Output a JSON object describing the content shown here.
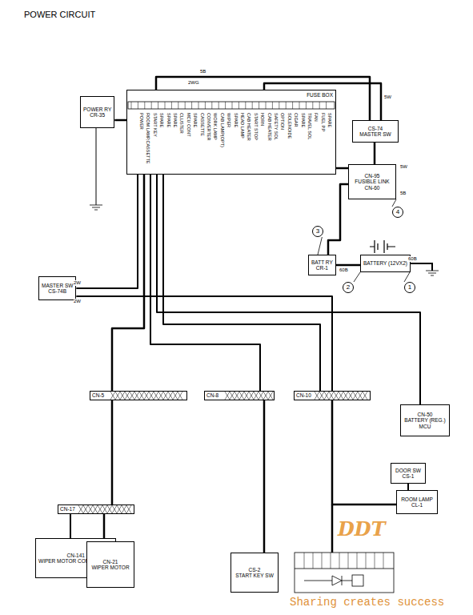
{
  "diagram": {
    "title": "POWER CIRCUIT",
    "nodes": [
      {
        "text": [
          "FUSE BOX"
        ]
      },
      {
        "text": [
          "CS-74",
          "MASTER SW"
        ]
      },
      {
        "text": [
          "POWER RY",
          "CR-35"
        ]
      },
      {
        "text": [
          "CN-95",
          "FUSIBLE LINK",
          "CN-60"
        ]
      },
      {
        "text": [
          "BATT RY",
          "CR-1"
        ]
      },
      {
        "text": [
          "BATTERY (12VX2)"
        ]
      },
      {
        "text": [
          "1"
        ]
      },
      {
        "text": [
          "2"
        ]
      },
      {
        "text": [
          "3"
        ]
      },
      {
        "text": [
          "4"
        ]
      },
      {
        "text": [
          "MASTER SW",
          "CS-74B"
        ]
      },
      {
        "text": [
          "CN-5"
        ]
      },
      {
        "text": [
          "CN-8"
        ]
      },
      {
        "text": [
          "CN-10"
        ]
      },
      {
        "text": [
          "CN-50",
          "BATTERY (REG.)",
          "MCU"
        ]
      },
      {
        "text": [
          "DOOR SW",
          "CS-1"
        ]
      },
      {
        "text": [
          "ROOM LAMP",
          "CL-1"
        ]
      },
      {
        "text": [
          "CN-17"
        ]
      },
      {
        "text": [
          "CN-141",
          "WIPER MOTOR CONTROLLER"
        ]
      },
      {
        "text": [
          "CN-21",
          "WIPER MOTOR"
        ]
      },
      {
        "text": [
          "CS-2",
          "START KEY SW"
        ]
      }
    ],
    "edges": [
      {
        "from": 0,
        "to": 1,
        "arrow": "none"
      },
      {
        "from": 0,
        "to": 1,
        "arrow": "none"
      },
      {
        "from": 1,
        "to": 3,
        "arrow": "none"
      },
      {
        "from": 0,
        "to": 3,
        "arrow": "none"
      },
      {
        "from": 3,
        "to": 4,
        "arrow": "none"
      },
      {
        "from": 4,
        "to": 5,
        "arrow": "none"
      },
      {
        "from": 2,
        "to": 0,
        "arrow": "none"
      },
      {
        "from": 0,
        "to": 10,
        "arrow": "none"
      },
      {
        "from": 10,
        "to": 13,
        "arrow": "none"
      },
      {
        "from": 0,
        "to": 11,
        "arrow": "none"
      },
      {
        "from": 0,
        "to": 12,
        "arrow": "none"
      },
      {
        "from": 0,
        "to": 14,
        "arrow": "none"
      },
      {
        "from": 0,
        "to": 13,
        "arrow": "none"
      },
      {
        "from": 11,
        "to": 17,
        "arrow": "none"
      },
      {
        "from": 17,
        "to": 18,
        "arrow": "none"
      },
      {
        "from": 17,
        "to": 19,
        "arrow": "none"
      },
      {
        "from": 12,
        "to": 20,
        "arrow": "none"
      },
      {
        "from": 13,
        "to": 16,
        "arrow": "none"
      },
      {
        "from": 16,
        "to": 15,
        "arrow": "none"
      },
      {
        "from": 9,
        "to": 3,
        "arrow": "none"
      },
      {
        "from": 8,
        "to": 4,
        "arrow": "none"
      },
      {
        "from": 7,
        "to": 5,
        "arrow": "none"
      },
      {
        "from": 6,
        "to": 5,
        "arrow": "none"
      }
    ],
    "labels": [
      "POWER",
      "ROOM LAMP,CASSETTE",
      "START KEY",
      "SPARE",
      "SPARE",
      "SPARE",
      "CLUSTER",
      "MCU CONT",
      "SPARE",
      "CASSETTE",
      "CONVERTER",
      "WORK LAMP",
      "CAB LAMP(OPT)",
      "WIPER",
      "SPARE",
      "HEAD LAMP",
      "CAB HEATER",
      "START STOP",
      "HORN",
      "CAB HEATER",
      "SAFETY SOL",
      "OPTION",
      "SOLENOIDE",
      "CIGAR",
      "SPARE",
      "TRAVEL SOL",
      "FAN",
      "FUEL P.P",
      "SPARE",
      "5B",
      "5W",
      "2WG",
      "2W",
      "2W",
      "60B",
      "60B",
      "5W",
      "5B",
      "DDT",
      "Sharing creates success"
    ]
  }
}
